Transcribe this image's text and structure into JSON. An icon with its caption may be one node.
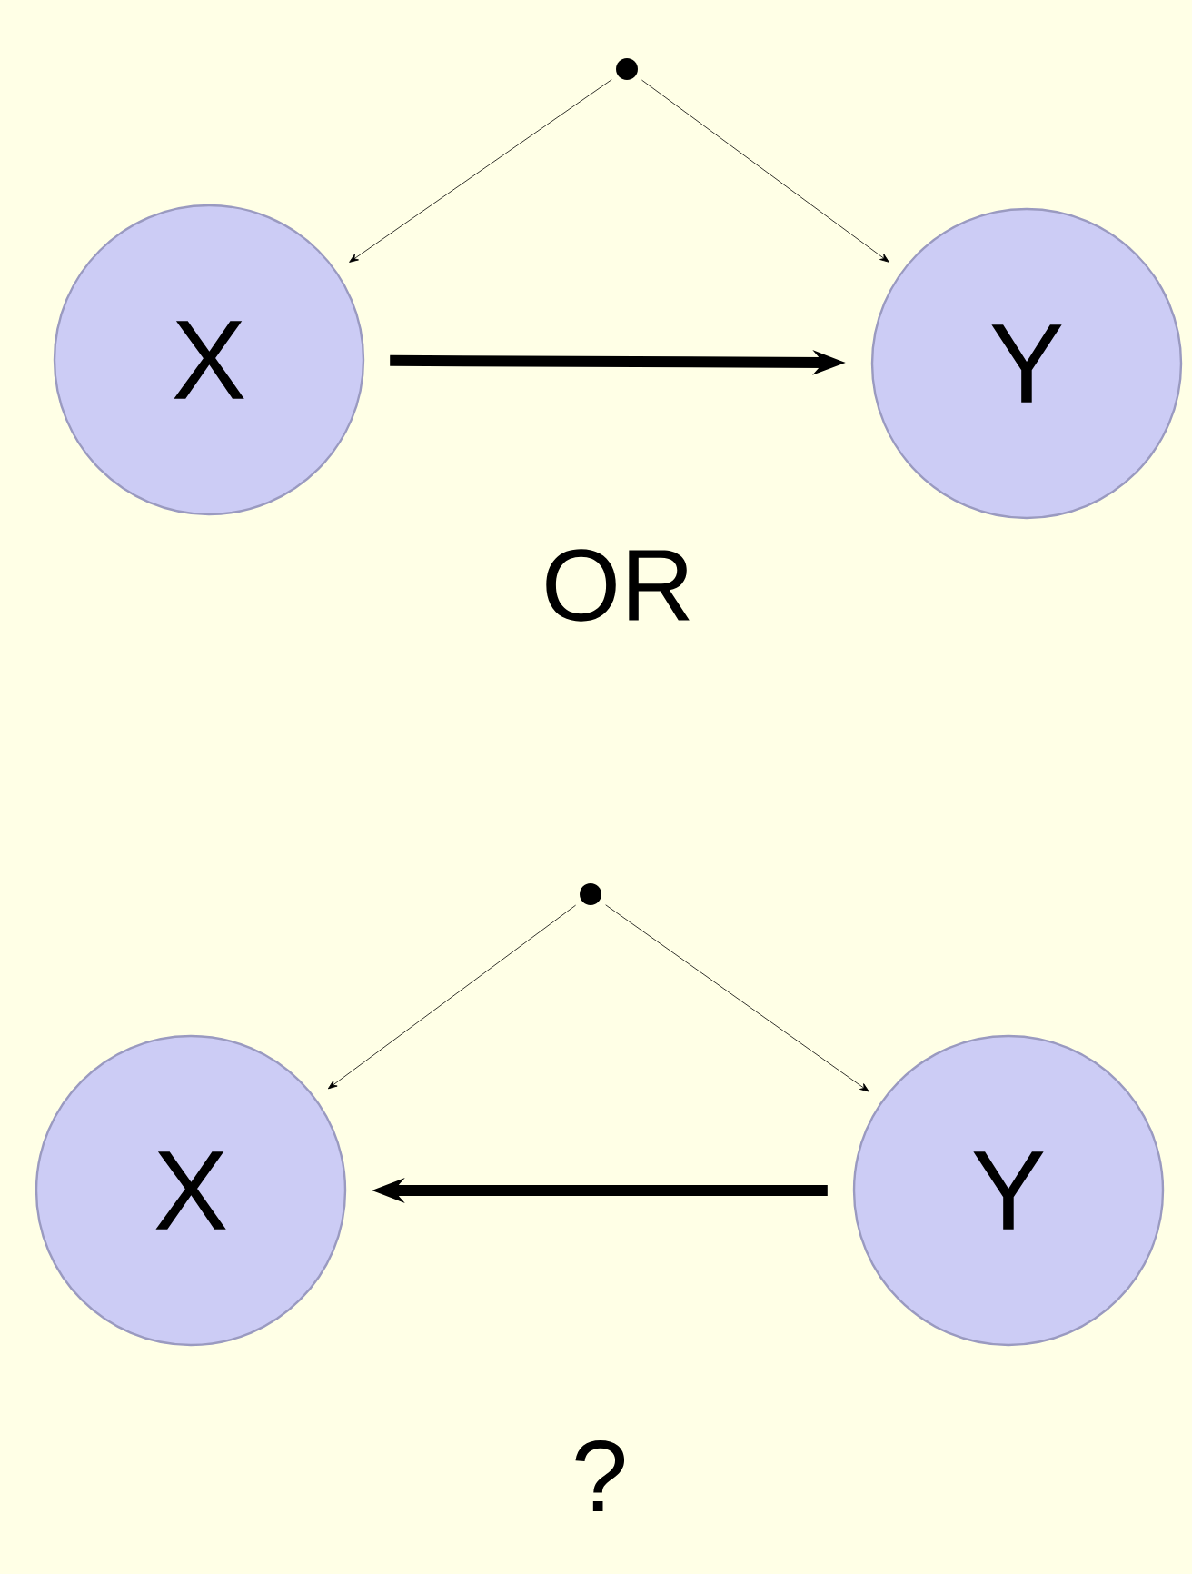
{
  "diagram": {
    "nodes": [
      {
        "text": [],
        "shape": "circle"
      },
      {
        "text": [
          "X"
        ]
      },
      {
        "text": [
          "Y"
        ]
      },
      {
        "text": [],
        "shape": "circle"
      },
      {
        "text": [
          "X"
        ]
      },
      {
        "text": [
          "Y"
        ]
      }
    ],
    "edges": [
      {
        "from": 0,
        "to": 1,
        "arrow": "to"
      },
      {
        "from": 0,
        "to": 2,
        "arrow": "to"
      },
      {
        "from": 1,
        "to": 2,
        "arrow": "to",
        "style": "thick",
        "color": "#000000"
      },
      {
        "from": 3,
        "to": 4,
        "arrow": "to"
      },
      {
        "from": 3,
        "to": 5,
        "arrow": "to"
      },
      {
        "from": 5,
        "to": 4,
        "arrow": "to",
        "style": "thick",
        "color": "#000000"
      }
    ],
    "labels": [
      "OR",
      "?"
    ]
  }
}
